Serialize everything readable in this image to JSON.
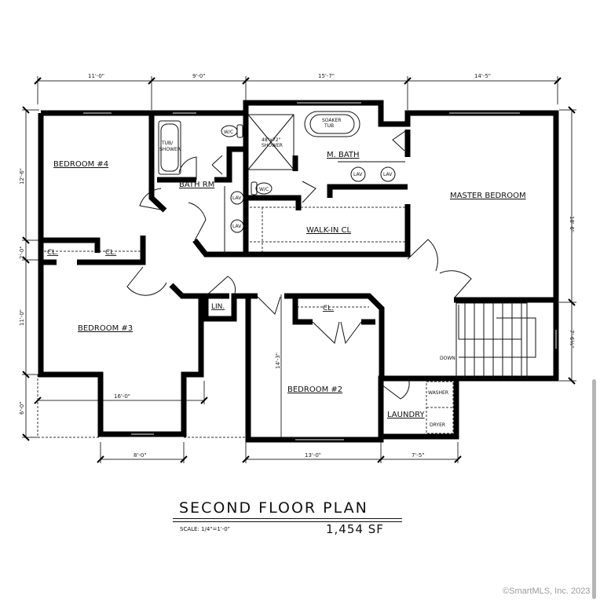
{
  "plan": {
    "title": "SECOND FLOOR PLAN",
    "scale": "SCALE: 1/4\"=1'-0\"",
    "area": "1,454 SF",
    "copyright": "©SmartMLS, Inc.  2023"
  },
  "rooms": {
    "bedroom4": "BEDROOM #4",
    "bath_rm": "BATH RM",
    "m_bath": "M. BATH",
    "master_bedroom": "MASTER BEDROOM",
    "walk_in_cl": "WALK-IN CL",
    "cl_left": "CL.",
    "cl_right": "CL.",
    "bedroom3": "BEDROOM #3",
    "lin": "LIN.",
    "bedroom2_cl": "CL.",
    "bedroom2": "BEDROOM #2",
    "laundry": "LAUNDRY"
  },
  "fixtures": {
    "tub_shower": [
      "TUB/",
      "SHOWER"
    ],
    "wc1": "W/C",
    "wc2": "W/C",
    "shower": [
      "48\"x72\"",
      "SHOWER"
    ],
    "soaker_tub": [
      "SOAKER",
      "TUB"
    ],
    "lav1": "LAV",
    "lav2": "LAV",
    "lav3": "LAV",
    "lav4": "LAV",
    "washer": "WASHER",
    "dryer": "DRYER",
    "stairs_down": "DOWN"
  },
  "dimensions": {
    "top": [
      "11'-0\"",
      "9'-0\"",
      "15'-7\"",
      "14'-5\""
    ],
    "left": [
      "12'-6\"",
      "2'-0\"",
      "11'-0\"",
      "6'-0\""
    ],
    "right": [
      "18'-6\"",
      "7'-6½\""
    ],
    "bottom": [
      "8'-0\"",
      "13'-0\"",
      "7'-5\""
    ],
    "bedroom3_width": "16'-0\"",
    "bedroom2_depth": "14'-3\""
  },
  "colors": {
    "wall": "#000000",
    "line": "#222222",
    "background": "#ffffff",
    "watermark": "#9a9a9a"
  }
}
